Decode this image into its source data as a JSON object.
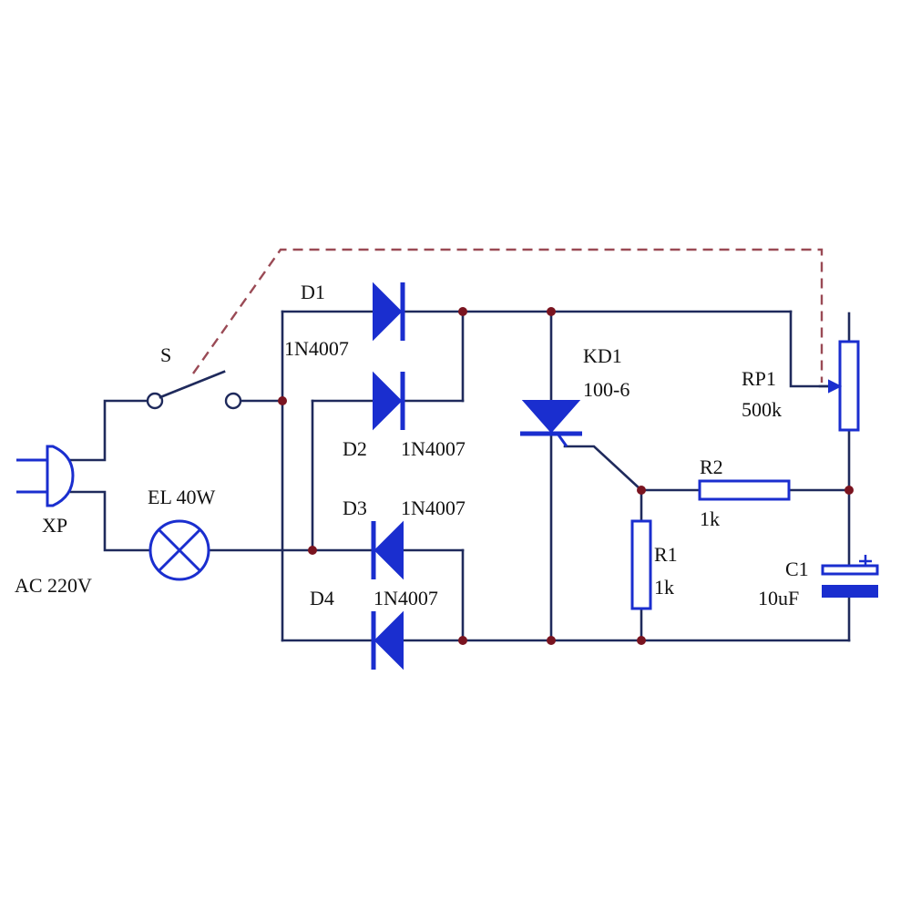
{
  "labels": {
    "plug": "XP",
    "source": "AC  220V",
    "switch": "S",
    "lamp": "EL 40W",
    "d1_ref": "D1",
    "d1_part": "1N4007",
    "d2_ref": "D2",
    "d2_part": "1N4007",
    "d3_ref": "D3",
    "d3_part": "1N4007",
    "d4_ref": "D4",
    "d4_part": "1N4007",
    "scr_ref": "KD1",
    "scr_part": "100-6",
    "pot_ref": "RP1",
    "pot_value": "500k",
    "r1_ref": "R1",
    "r1_value": "1k",
    "r2_ref": "R2",
    "r2_value": "1k",
    "c1_ref": "C1",
    "c1_value": "10uF"
  },
  "colors": {
    "wire": "#1f2a5c",
    "component": "#1a2ecf",
    "junction": "#7a1420",
    "mechanical_link": "#9a4a55"
  }
}
